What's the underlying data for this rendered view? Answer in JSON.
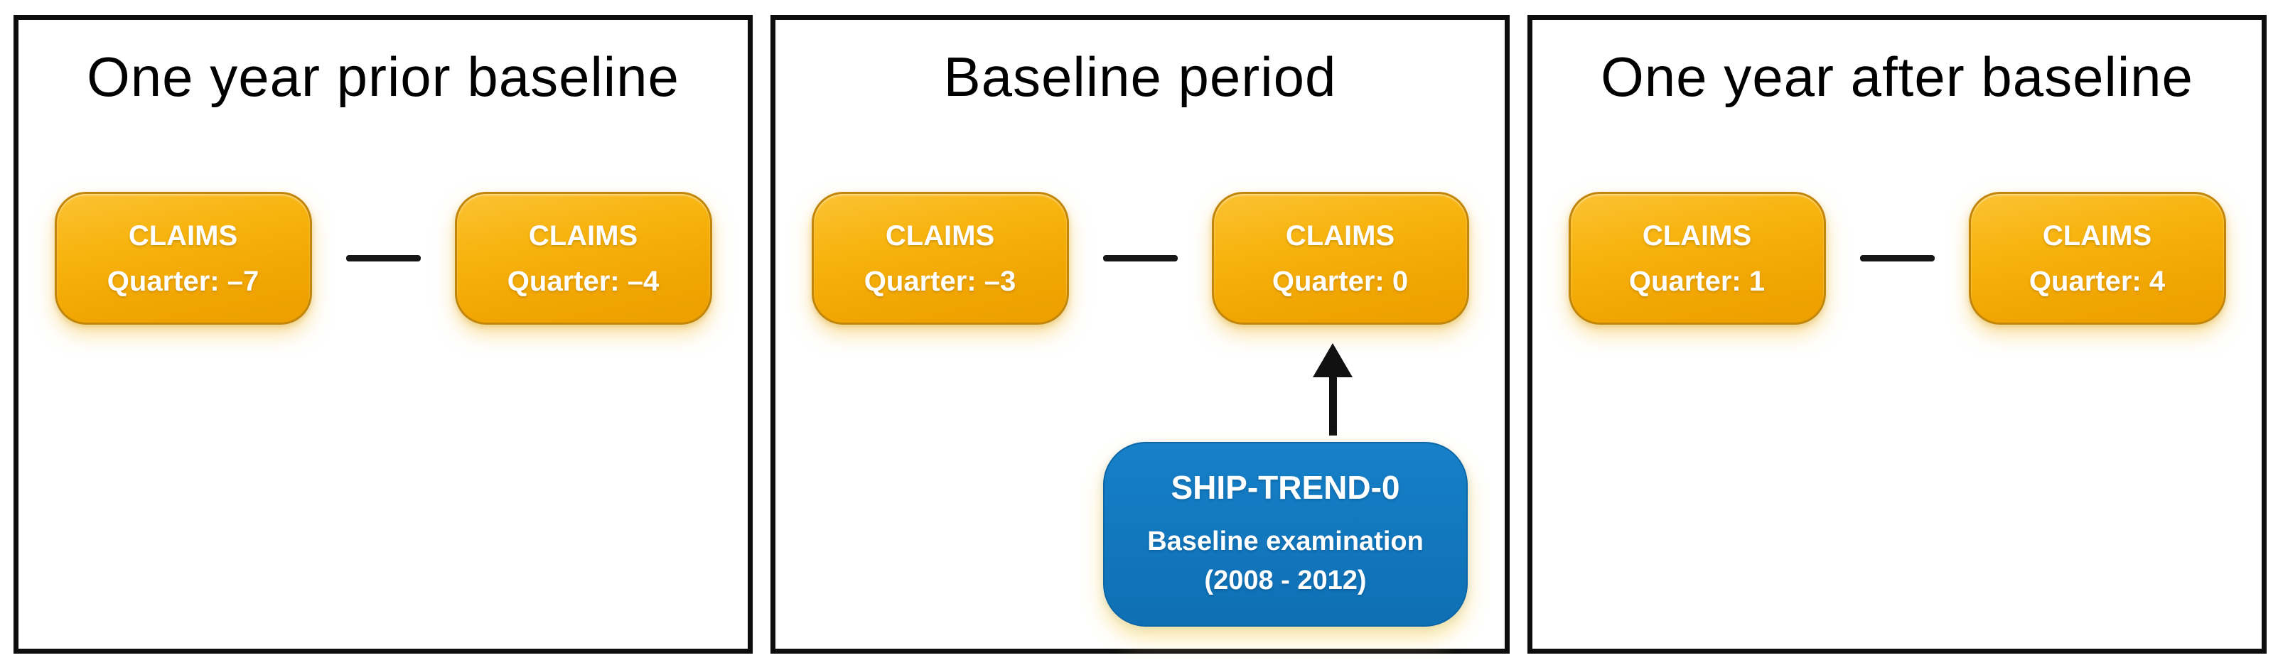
{
  "figure": {
    "description": "Study timeline diagram with three periods around a baseline examination"
  },
  "panels": [
    {
      "title": "One year prior baseline",
      "claims": [
        {
          "name": "CLAIMS",
          "quarter": "Quarter: –7"
        },
        {
          "name": "CLAIMS",
          "quarter": "Quarter: –4"
        }
      ]
    },
    {
      "title": "Baseline period",
      "claims": [
        {
          "name": "CLAIMS",
          "quarter": "Quarter: –3"
        },
        {
          "name": "CLAIMS",
          "quarter": "Quarter: 0"
        }
      ],
      "callout": {
        "title": "SHIP-TREND-0",
        "subtitle": "Baseline examination",
        "years": "(2008 - 2012)"
      }
    },
    {
      "title": "One year after baseline",
      "claims": [
        {
          "name": "CLAIMS",
          "quarter": "Quarter: 1"
        },
        {
          "name": "CLAIMS",
          "quarter": "Quarter: 4"
        }
      ]
    }
  ],
  "colors": {
    "claims_fill": "#F3AB05",
    "claims_border": "#C2860A",
    "callout_fill": "#1277BD",
    "callout_border": "#0D66A6",
    "connector": "#161616",
    "panel_border": "#0D0D0D",
    "text_on_boxes": "#FFFFFF",
    "title_text": "#000000"
  }
}
